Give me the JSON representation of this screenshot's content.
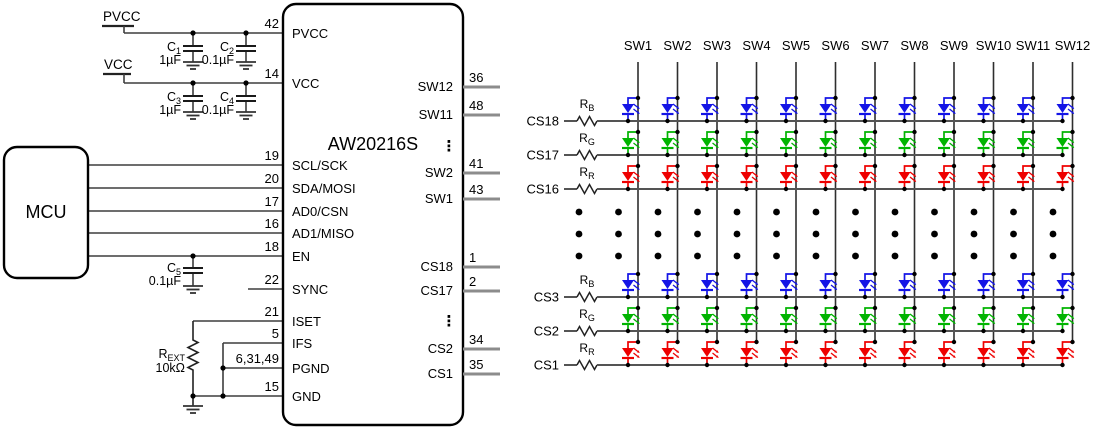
{
  "colors": {
    "blue": "#1414e6",
    "green": "#00b400",
    "red": "#ee0000"
  },
  "mcu": {
    "label": "MCU"
  },
  "chip": {
    "title": "AW20216S",
    "ellipsis": "⋮",
    "left_pins": [
      {
        "num": "42",
        "label": "PVCC"
      },
      {
        "num": "14",
        "label": "VCC"
      },
      {
        "num": "19",
        "label": "SCL/SCK"
      },
      {
        "num": "20",
        "label": "SDA/MOSI"
      },
      {
        "num": "17",
        "label": "AD0/CSN"
      },
      {
        "num": "16",
        "label": "AD1/MISO"
      },
      {
        "num": "18",
        "label": "EN"
      },
      {
        "num": "22",
        "label": "SYNC"
      },
      {
        "num": "21",
        "label": "ISET"
      },
      {
        "num": "5",
        "label": "IFS"
      },
      {
        "num": "6,31,49",
        "label": "PGND"
      },
      {
        "num": "15",
        "label": "GND"
      }
    ],
    "right_sw": [
      {
        "num": "36",
        "label": "SW12"
      },
      {
        "num": "48",
        "label": "SW11"
      },
      {
        "num": "41",
        "label": "SW2"
      },
      {
        "num": "43",
        "label": "SW1"
      }
    ],
    "right_cs": [
      {
        "num": "1",
        "label": "CS18"
      },
      {
        "num": "2",
        "label": "CS17"
      },
      {
        "num": "34",
        "label": "CS2"
      },
      {
        "num": "35",
        "label": "CS1"
      }
    ]
  },
  "supplies": {
    "pvcc": "PVCC",
    "vcc": "VCC"
  },
  "caps": {
    "c1": {
      "name": "C",
      "sub": "1",
      "value": "1µF"
    },
    "c2": {
      "name": "C",
      "sub": "2",
      "value": "0.1µF"
    },
    "c3": {
      "name": "C",
      "sub": "3",
      "value": "1µF"
    },
    "c4": {
      "name": "C",
      "sub": "4",
      "value": "0.1µF"
    },
    "c5": {
      "name": "C",
      "sub": "5",
      "value": "0.1µF"
    }
  },
  "rext": {
    "name": "R",
    "sub": "EXT",
    "value": "10kΩ"
  },
  "matrix": {
    "res_name": "R",
    "sw_labels": [
      "SW1",
      "SW2",
      "SW3",
      "SW4",
      "SW5",
      "SW6",
      "SW7",
      "SW8",
      "SW9",
      "SW10",
      "SW11",
      "SW12"
    ],
    "groups": [
      {
        "rows": [
          {
            "cs": "CS18",
            "res_sub": "B",
            "color": "blue"
          },
          {
            "cs": "CS17",
            "res_sub": "G",
            "color": "green"
          },
          {
            "cs": "CS16",
            "res_sub": "R",
            "color": "red"
          }
        ]
      },
      {
        "rows": [
          {
            "cs": "CS3",
            "res_sub": "B",
            "color": "blue"
          },
          {
            "cs": "CS2",
            "res_sub": "G",
            "color": "green"
          },
          {
            "cs": "CS1",
            "res_sub": "R",
            "color": "red"
          }
        ]
      }
    ]
  }
}
